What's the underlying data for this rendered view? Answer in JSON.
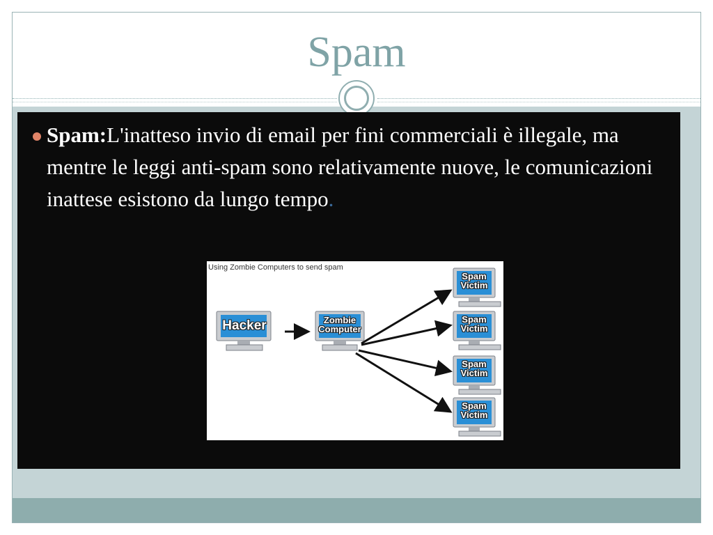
{
  "slide": {
    "title": "Spam",
    "bullet_bold": "Spam:",
    "bullet_text": "L'inatteso invio di email per fini commerciali è illegale, ma mentre le leggi anti-spam sono relativamente nuove, le comunicazioni inattese esistono da lungo tempo",
    "bullet_end": "."
  },
  "diagram": {
    "title": "Using Zombie Computers to send spam",
    "nodes": {
      "hacker": "Hacker",
      "zombie_line1": "Zombie",
      "zombie_line2": "Computer",
      "victim_line1": "Spam",
      "victim_line2": "Victim"
    }
  },
  "colors": {
    "title": "#7fa3a6",
    "accent_bullet": "#e08468",
    "content_bg": "#c4d4d6",
    "footer": "#8eadad",
    "screen_blue": "#2a8fd6"
  }
}
